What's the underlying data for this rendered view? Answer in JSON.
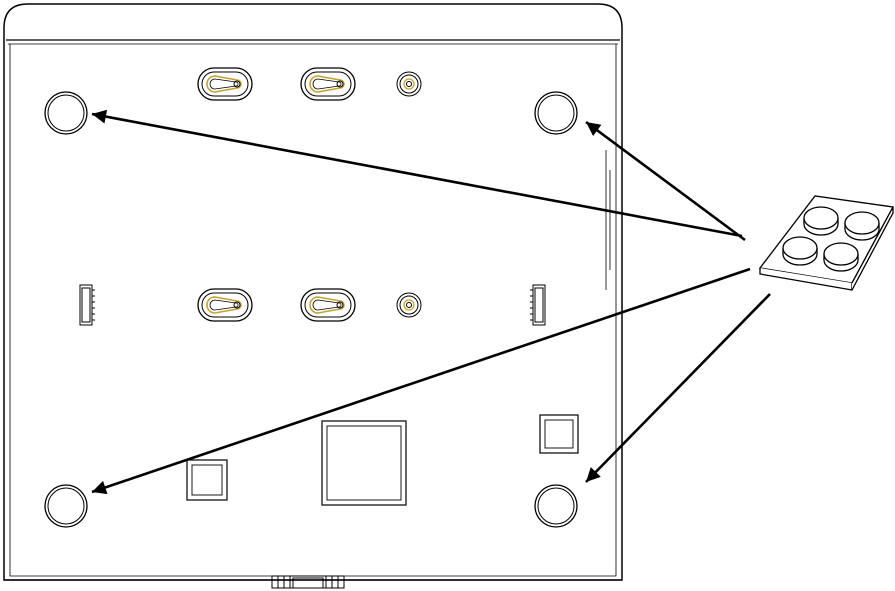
{
  "diagram": {
    "subject": "device-bottom-panel",
    "callout": "adhesive-rubber-feet-sheet",
    "foot_count": 4,
    "keyhole_slot_count": 4,
    "screw_boss_count": 2,
    "side_clip_count": 2,
    "square_pad_count": 3,
    "arrow_count": 4,
    "colors": {
      "outline": "#000000",
      "background": "#ffffff",
      "keyhole_accent": "#c9a227",
      "foot_fill": "#ffffff"
    }
  }
}
